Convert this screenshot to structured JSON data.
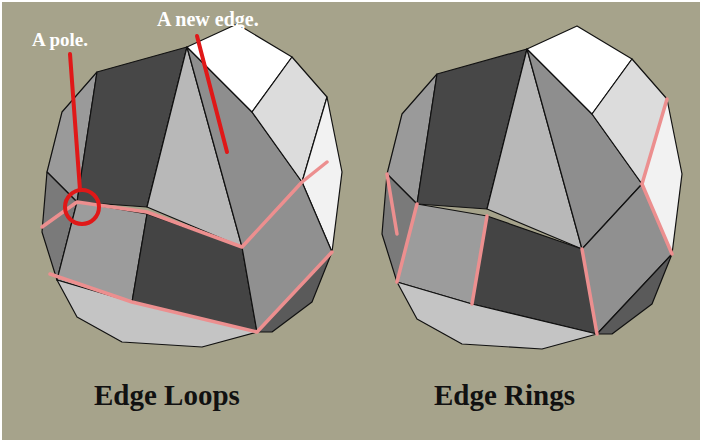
{
  "diagram": {
    "labels": [
      "A pole.",
      "A new edge.",
      "Edge Loops",
      "Edge Rings"
    ]
  }
}
